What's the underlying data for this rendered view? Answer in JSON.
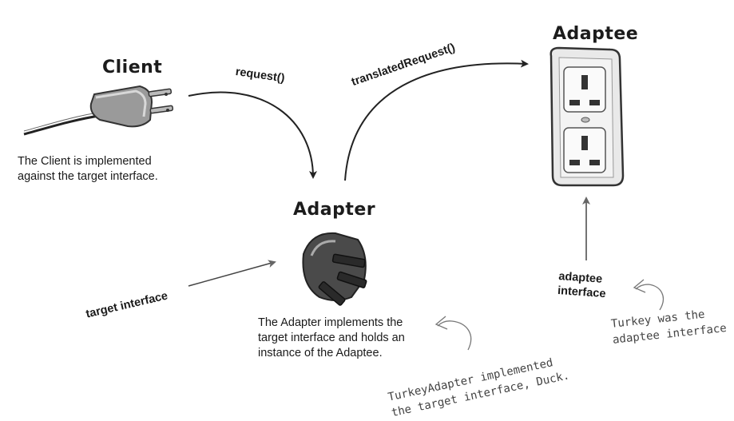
{
  "client": {
    "title": "Client",
    "description": [
      "The Client is implemented",
      "against the target interface."
    ]
  },
  "adapter": {
    "title": "Adapter",
    "description": [
      "The Adapter implements the",
      "target interface and holds an",
      "instance of the Adaptee."
    ]
  },
  "adaptee": {
    "title": "Adaptee",
    "interface_label": [
      "adaptee",
      "interface"
    ]
  },
  "arrows": {
    "request": "request()",
    "translated_request": "translatedRequest()",
    "target_interface": "target interface"
  },
  "notes": {
    "turkey_adapter": [
      "TurkeyAdapter implemented",
      "the target interface, Duck."
    ],
    "turkey": [
      "Turkey was the",
      "adaptee interface"
    ]
  }
}
